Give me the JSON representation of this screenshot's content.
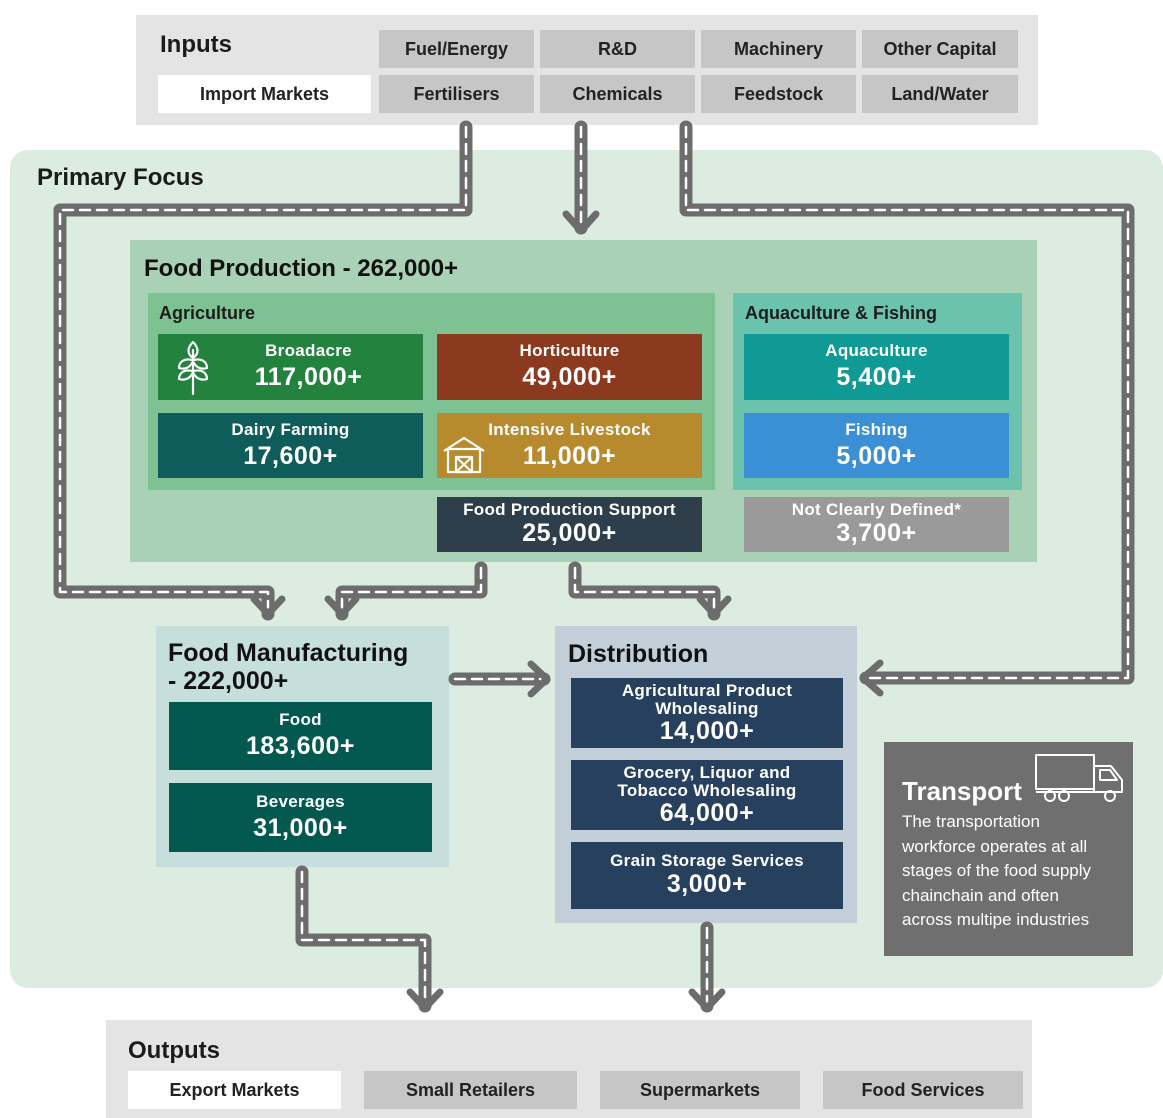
{
  "inputs": {
    "title": "Inputs",
    "items": [
      "Fuel/Energy",
      "R&D",
      "Machinery",
      "Other Capital",
      "Import Markets",
      "Fertilisers",
      "Chemicals",
      "Feedstock",
      "Land/Water"
    ]
  },
  "primary": {
    "title": "Primary Focus"
  },
  "food_production": {
    "title": "Food Production - 262,000+",
    "agriculture": {
      "title": "Agriculture",
      "broadacre": {
        "label": "Broadacre",
        "value": "117,000+",
        "color": "#23823e"
      },
      "horticulture": {
        "label": "Horticulture",
        "value": "49,000+",
        "color": "#8b3a1f"
      },
      "dairy": {
        "label": "Dairy Farming",
        "value": "17,600+",
        "color": "#0e5d5a"
      },
      "livestock": {
        "label": "Intensive Livestock",
        "value": "11,000+",
        "color": "#b88a2e"
      }
    },
    "aquaculture_fishing": {
      "title": "Aquaculture & Fishing",
      "aquaculture": {
        "label": "Aquaculture",
        "value": "5,400+",
        "color": "#0f9a95"
      },
      "fishing": {
        "label": "Fishing",
        "value": "5,000+",
        "color": "#3b8fd4"
      }
    },
    "support": {
      "label": "Food Production Support",
      "value": "25,000+",
      "color": "#2e3e4a"
    },
    "not_defined": {
      "label": "Not Clearly Defined*",
      "value": "3,700+",
      "color": "#9a9a9a"
    }
  },
  "manufacturing": {
    "title_line1": "Food Manufacturing",
    "title_line2": "- 222,000+",
    "food": {
      "label": "Food",
      "value": "183,600+"
    },
    "beverages": {
      "label": "Beverages",
      "value": "31,000+"
    },
    "tile_color": "#03584f"
  },
  "distribution": {
    "title": "Distribution",
    "tile_color": "#26405e",
    "ag_wholesale": {
      "label_line1": "Agricultural Product",
      "label_line2": "Wholesaling",
      "value": "14,000+"
    },
    "grocery_wholesale": {
      "label_line1": "Grocery, Liquor and",
      "label_line2": "Tobacco Wholesaling",
      "value": "64,000+"
    },
    "grain_storage": {
      "label": "Grain Storage Services",
      "value": "3,000+"
    }
  },
  "transport": {
    "title": "Transport",
    "lines": [
      "The transportation",
      "workforce operates at all",
      "stages of the food supply",
      "chainchain and often",
      "across multipe industries"
    ]
  },
  "outputs": {
    "title": "Outputs",
    "items": [
      "Export Markets",
      "Small Retailers",
      "Supermarkets",
      "Food Services"
    ]
  },
  "icons": {
    "broadacre": "wheat-icon",
    "livestock": "barn-icon",
    "transport": "truck-icon"
  }
}
